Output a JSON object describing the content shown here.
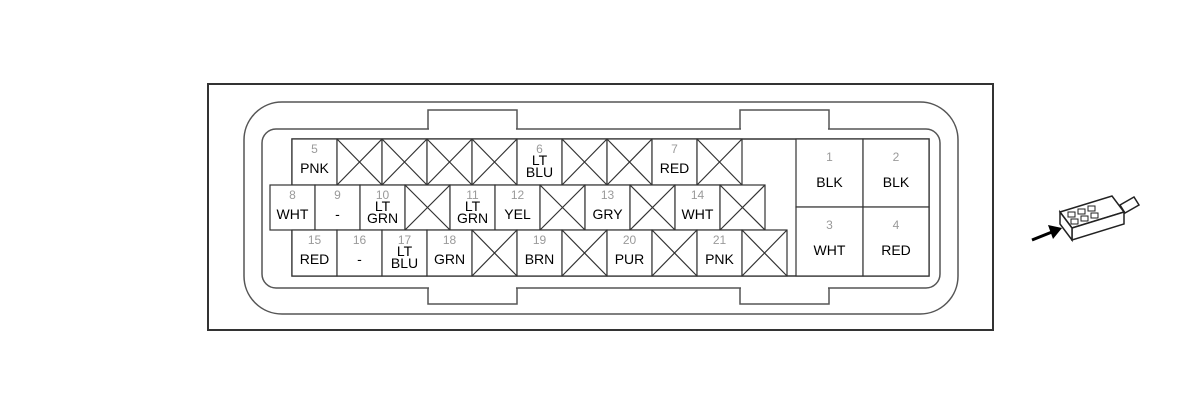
{
  "connector": {
    "pins": [
      {
        "num": "5",
        "lines": [
          "PNK"
        ]
      },
      {
        "num": "",
        "lines": [],
        "blank": true
      },
      {
        "num": "",
        "lines": [],
        "blank": true
      },
      {
        "num": "",
        "lines": [],
        "blank": true
      },
      {
        "num": "",
        "lines": [],
        "blank": true
      },
      {
        "num": "6",
        "lines": [
          "LT",
          "BLU"
        ]
      },
      {
        "num": "",
        "lines": [],
        "blank": true
      },
      {
        "num": "",
        "lines": [],
        "blank": true
      },
      {
        "num": "7",
        "lines": [
          "RED"
        ]
      },
      {
        "num": "",
        "lines": [],
        "blank": true
      },
      {
        "num": "8",
        "lines": [
          "WHT"
        ]
      },
      {
        "num": "9",
        "lines": [
          "-"
        ]
      },
      {
        "num": "10",
        "lines": [
          "LT",
          "GRN"
        ]
      },
      {
        "num": "",
        "lines": [],
        "blank": true
      },
      {
        "num": "11",
        "lines": [
          "LT",
          "GRN"
        ]
      },
      {
        "num": "12",
        "lines": [
          "YEL"
        ]
      },
      {
        "num": "",
        "lines": [],
        "blank": true
      },
      {
        "num": "13",
        "lines": [
          "GRY"
        ]
      },
      {
        "num": "",
        "lines": [],
        "blank": true
      },
      {
        "num": "14",
        "lines": [
          "WHT"
        ]
      },
      {
        "num": "",
        "lines": [],
        "blank": true
      },
      {
        "num": "15",
        "lines": [
          "RED"
        ]
      },
      {
        "num": "16",
        "lines": [
          "-"
        ]
      },
      {
        "num": "17",
        "lines": [
          "LT",
          "BLU"
        ]
      },
      {
        "num": "18",
        "lines": [
          "GRN"
        ]
      },
      {
        "num": "",
        "lines": [],
        "blank": true
      },
      {
        "num": "19",
        "lines": [
          "BRN"
        ]
      },
      {
        "num": "",
        "lines": [],
        "blank": true
      },
      {
        "num": "20",
        "lines": [
          "PUR"
        ]
      },
      {
        "num": "",
        "lines": [],
        "blank": true
      },
      {
        "num": "21",
        "lines": [
          "PNK"
        ]
      },
      {
        "num": "",
        "lines": [],
        "blank": true
      },
      {
        "num": "1",
        "lines": [
          "BLK"
        ]
      },
      {
        "num": "2",
        "lines": [
          "BLK"
        ]
      },
      {
        "num": "3",
        "lines": [
          "WHT"
        ]
      },
      {
        "num": "4",
        "lines": [
          "RED"
        ]
      }
    ]
  }
}
